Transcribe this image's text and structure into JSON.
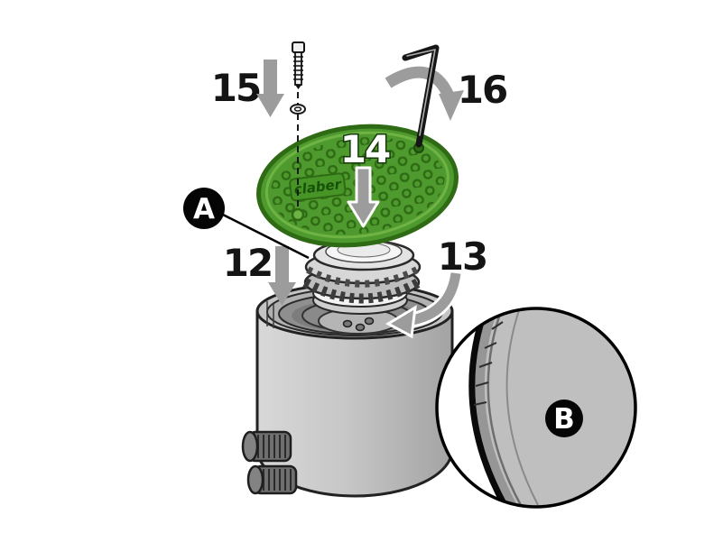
{
  "diagram": {
    "steps": {
      "s12": "12",
      "s13": "13",
      "s14": "14",
      "s15": "15",
      "s16": "16"
    },
    "callouts": {
      "a": "A",
      "b": "B"
    },
    "lid_logo": "claber",
    "colors": {
      "lid_green": "#4f9a2e",
      "lid_green_dark": "#2e6b14",
      "arrow_gray": "#9c9c9c",
      "body_gray": "#c6c6c6",
      "seal_black": "#0a0a0a",
      "outline_black": "#1a1a1a",
      "background": "#ffffff"
    }
  }
}
